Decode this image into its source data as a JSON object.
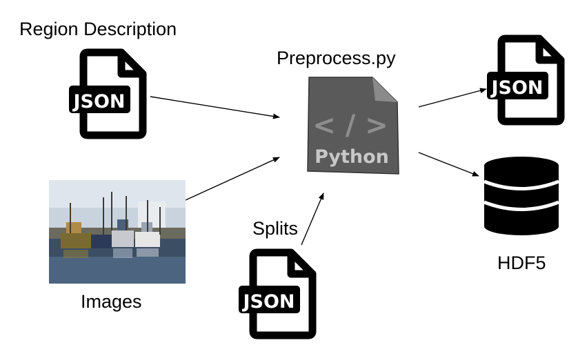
{
  "labels": {
    "region_description": "Region Description",
    "preprocess": "Preprocess.py",
    "images": "Images",
    "splits": "Splits",
    "hdf5": "HDF5"
  },
  "icons": {
    "json_badge": "JSON",
    "python_badge": "Python",
    "code_symbol": "< / >"
  },
  "icon_names": [
    "json-file-icon",
    "python-file-icon",
    "database-icon",
    "harbor-photo"
  ],
  "colors": {
    "ink": "#000000",
    "python_file": "#5a5a5a",
    "python_text": "#c8c8c8",
    "photo_sky": "#c9d3de",
    "photo_water": "#3b4e63"
  }
}
